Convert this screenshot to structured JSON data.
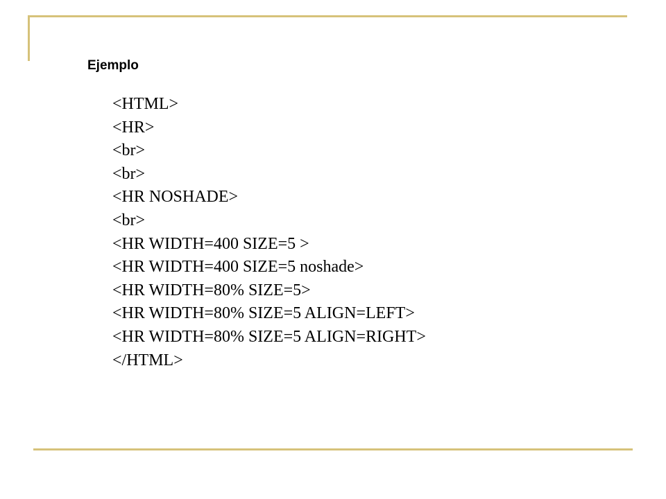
{
  "slide": {
    "title": "Ejemplo",
    "code_lines": [
      "<HTML>",
      "<HR>",
      "<br>",
      "<br>",
      "<HR NOSHADE>",
      "<br>",
      "<HR WIDTH=400 SIZE=5 >",
      "<HR WIDTH=400 SIZE=5 noshade>",
      "<HR WIDTH=80% SIZE=5>",
      "<HR WIDTH=80% SIZE=5 ALIGN=LEFT>",
      "<HR WIDTH=80% SIZE=5 ALIGN=RIGHT>",
      "</HTML>"
    ]
  },
  "colors": {
    "frame": "#d6c27a",
    "text": "#000000",
    "background": "#ffffff"
  }
}
